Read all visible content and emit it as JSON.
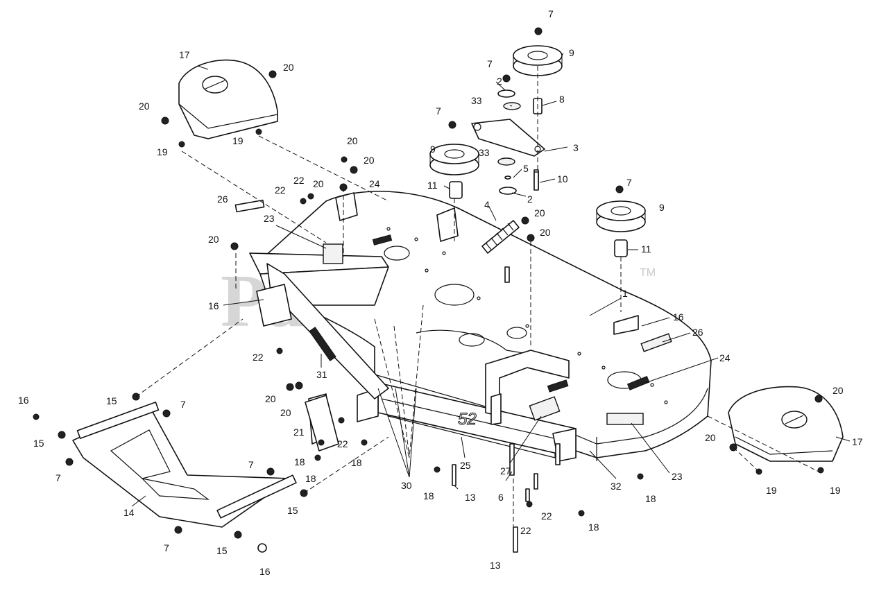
{
  "watermark": {
    "text": "PartsTree",
    "tm": "TM"
  },
  "deck_stamp": "52",
  "callouts": {
    "p1": "1",
    "p2a": "2",
    "p2b": "2",
    "p3": "3",
    "p4": "4",
    "p5": "5",
    "p6": "6",
    "p7a": "7",
    "p7b": "7",
    "p7c": "7",
    "p7d": "7",
    "p7e": "7",
    "p7f": "7",
    "p7g": "7",
    "p7h": "7",
    "p8": "8",
    "p9a": "9",
    "p9b": "9",
    "p9c": "9",
    "p10": "10",
    "p11a": "11",
    "p11b": "11",
    "p13a": "13",
    "p13b": "13",
    "p14": "14",
    "p15a": "15",
    "p15b": "15",
    "p15c": "15",
    "p15d": "15",
    "p16a": "16",
    "p16b": "16",
    "p16c": "16",
    "p16d": "16",
    "p17a": "17",
    "p17b": "17",
    "p18a": "18",
    "p18b": "18",
    "p18c": "18",
    "p18d": "18",
    "p18e": "18",
    "p18f": "18",
    "p19a": "19",
    "p19b": "19",
    "p19c": "19",
    "p19d": "19",
    "p20a": "20",
    "p20b": "20",
    "p20c": "20",
    "p20d": "20",
    "p20e": "20",
    "p20f": "20",
    "p20g": "20",
    "p20h": "20",
    "p20i": "20",
    "p20j": "20",
    "p20k": "20",
    "p20l": "20",
    "p21": "21",
    "p22a": "22",
    "p22b": "22",
    "p22c": "22",
    "p22d": "22",
    "p22e": "22",
    "p22f": "22",
    "p23a": "23",
    "p23b": "23",
    "p24a": "24",
    "p24b": "24",
    "p25": "25",
    "p26a": "26",
    "p26b": "26",
    "p27": "27",
    "p30": "30",
    "p31": "31",
    "p32": "32",
    "p33a": "33",
    "p33b": "33"
  }
}
